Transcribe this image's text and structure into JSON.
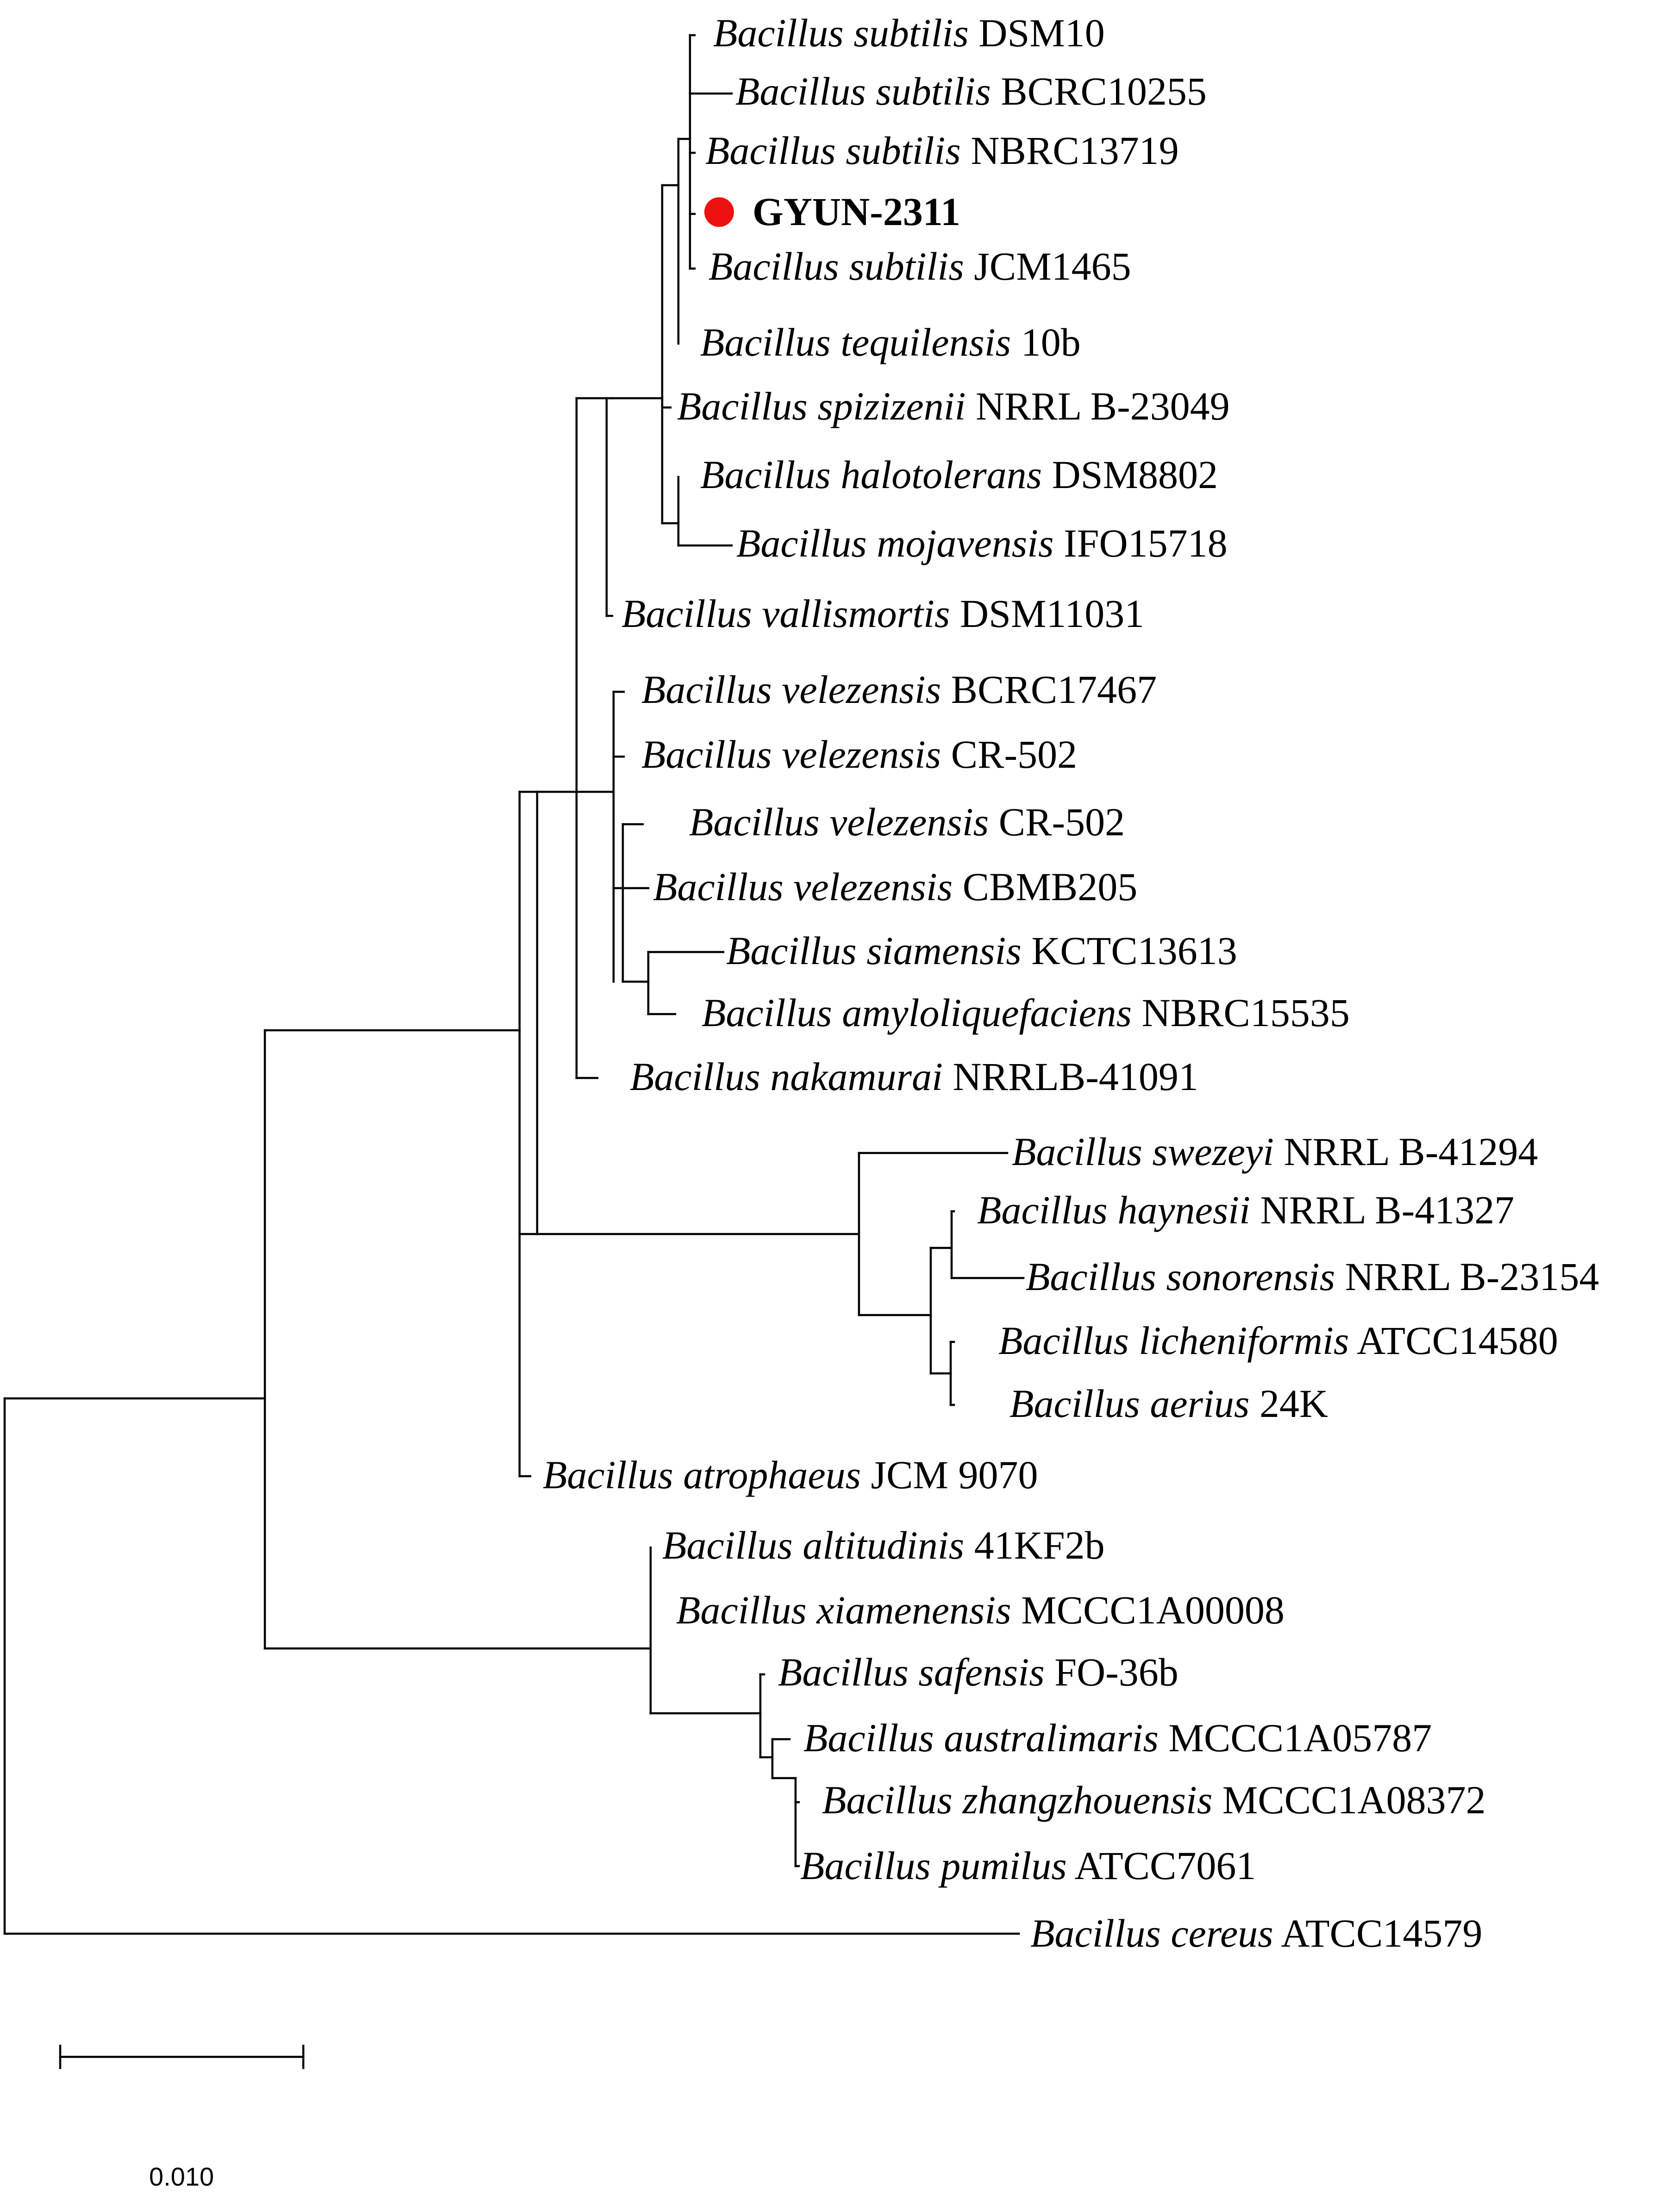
{
  "tree": {
    "taxa": [
      {
        "genus": "Bacillus",
        "species": "subtilis",
        "strain": "DSM10"
      },
      {
        "genus": "Bacillus",
        "species": "subtilis",
        "strain": "BCRC10255"
      },
      {
        "genus": "Bacillus",
        "species": "subtilis",
        "strain": "NBRC13719"
      },
      {
        "genus": "",
        "species": "",
        "strain": "GYUN-2311",
        "highlight": true,
        "marker_color": "#ee1111"
      },
      {
        "genus": "Bacillus",
        "species": "subtilis",
        "strain": "JCM1465"
      },
      {
        "genus": "Bacillus",
        "species": "tequilensis",
        "strain": "10b"
      },
      {
        "genus": "Bacillus",
        "species": "spizizenii",
        "strain": "NRRL B-23049"
      },
      {
        "genus": "Bacillus",
        "species": "halotolerans",
        "strain": "DSM8802"
      },
      {
        "genus": "Bacillus",
        "species": "mojavensis",
        "strain": "IFO15718"
      },
      {
        "genus": "Bacillus",
        "species": "vallismortis",
        "strain": "DSM11031"
      },
      {
        "genus": "Bacillus",
        "species": "velezensis",
        "strain": "BCRC17467"
      },
      {
        "genus": "Bacillus",
        "species": "velezensis",
        "strain": "CR-502"
      },
      {
        "genus": "Bacillus",
        "species": "velezensis",
        "strain": "CR-502"
      },
      {
        "genus": "Bacillus",
        "species": "velezensis",
        "strain": "CBMB205"
      },
      {
        "genus": "Bacillus",
        "species": "siamensis",
        "strain": "KCTC13613"
      },
      {
        "genus": "Bacillus",
        "species": "amyloliquefaciens",
        "strain": "NBRC15535"
      },
      {
        "genus": "Bacillus",
        "species": "nakamurai",
        "strain": "NRRLB-41091"
      },
      {
        "genus": "Bacillus",
        "species": "swezeyi",
        "strain": "NRRL B-41294"
      },
      {
        "genus": "Bacillus",
        "species": "haynesii",
        "strain": "NRRL B-41327"
      },
      {
        "genus": "Bacillus",
        "species": "sonorensis",
        "strain": "NRRL B-23154"
      },
      {
        "genus": "Bacillus",
        "species": "licheniformis",
        "strain": "ATCC14580"
      },
      {
        "genus": "Bacillus",
        "species": "aerius",
        "strain": "24K"
      },
      {
        "genus": "Bacillus",
        "species": "atrophaeus",
        "strain": "JCM 9070"
      },
      {
        "genus": "Bacillus",
        "species": "altitudinis",
        "strain": "41KF2b"
      },
      {
        "genus": "Bacillus",
        "species": "xiamenensis",
        "strain": "MCCC1A00008"
      },
      {
        "genus": "Bacillus",
        "species": "safensis",
        "strain": "FO-36b"
      },
      {
        "genus": "Bacillus",
        "species": "australimaris",
        "strain": "MCCC1A05787"
      },
      {
        "genus": "Bacillus",
        "species": "zhangzhouensis",
        "strain": "MCCC1A08372"
      },
      {
        "genus": "Bacillus",
        "species": "pumilus",
        "strain": "ATCC7061"
      },
      {
        "genus": "Bacillus",
        "species": "cereus",
        "strain": "ATCC14579"
      }
    ],
    "scale_bar": {
      "label": "0.010",
      "value": 0.01
    }
  }
}
